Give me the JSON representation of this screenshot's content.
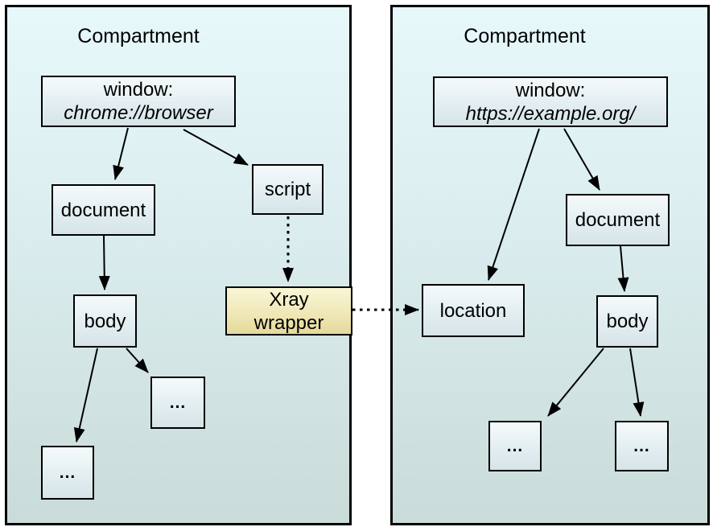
{
  "left": {
    "title": "Compartment",
    "nodes": {
      "window": {
        "line1": "window:",
        "line2": "chrome://browser"
      },
      "document": {
        "label": "document"
      },
      "script": {
        "label": "script"
      },
      "body": {
        "label": "body"
      },
      "xray": {
        "line1": "Xray",
        "line2": "wrapper"
      },
      "child_a": {
        "label": "..."
      },
      "child_b": {
        "label": "..."
      }
    },
    "edges": [
      {
        "from": "window",
        "to": "document",
        "style": "solid-arrow"
      },
      {
        "from": "window",
        "to": "script",
        "style": "solid-arrow"
      },
      {
        "from": "document",
        "to": "body",
        "style": "solid-arrow"
      },
      {
        "from": "body",
        "to": "child_a",
        "style": "solid-arrow"
      },
      {
        "from": "body",
        "to": "child_b",
        "style": "solid-arrow"
      },
      {
        "from": "script",
        "to": "xray",
        "style": "dotted-arrow"
      }
    ]
  },
  "right": {
    "title": "Compartment",
    "nodes": {
      "window": {
        "line1": "window:",
        "line2": "https://example.org/"
      },
      "location": {
        "label": "location"
      },
      "document": {
        "label": "document"
      },
      "body": {
        "label": "body"
      },
      "child_a": {
        "label": "..."
      },
      "child_b": {
        "label": "..."
      }
    },
    "edges": [
      {
        "from": "window",
        "to": "location",
        "style": "solid-arrow"
      },
      {
        "from": "window",
        "to": "document",
        "style": "solid-arrow"
      },
      {
        "from": "document",
        "to": "body",
        "style": "solid-arrow"
      },
      {
        "from": "body",
        "to": "child_a",
        "style": "solid-arrow"
      },
      {
        "from": "body",
        "to": "child_b",
        "style": "solid-arrow"
      }
    ]
  },
  "cross_edge": {
    "from": "xray(left)",
    "to": "location(right)",
    "style": "dotted-arrow"
  },
  "colors": {
    "compartment_gradient_top": "#e7f8fb",
    "compartment_gradient_bottom": "#c9dcd9",
    "node_gradient_top": "#f5fafb",
    "node_gradient_bottom": "#d6e4e8",
    "xray_gradient_top": "#faf6d6",
    "xray_gradient_bottom": "#e5da9a",
    "border": "#000000",
    "arrow": "#000000"
  }
}
